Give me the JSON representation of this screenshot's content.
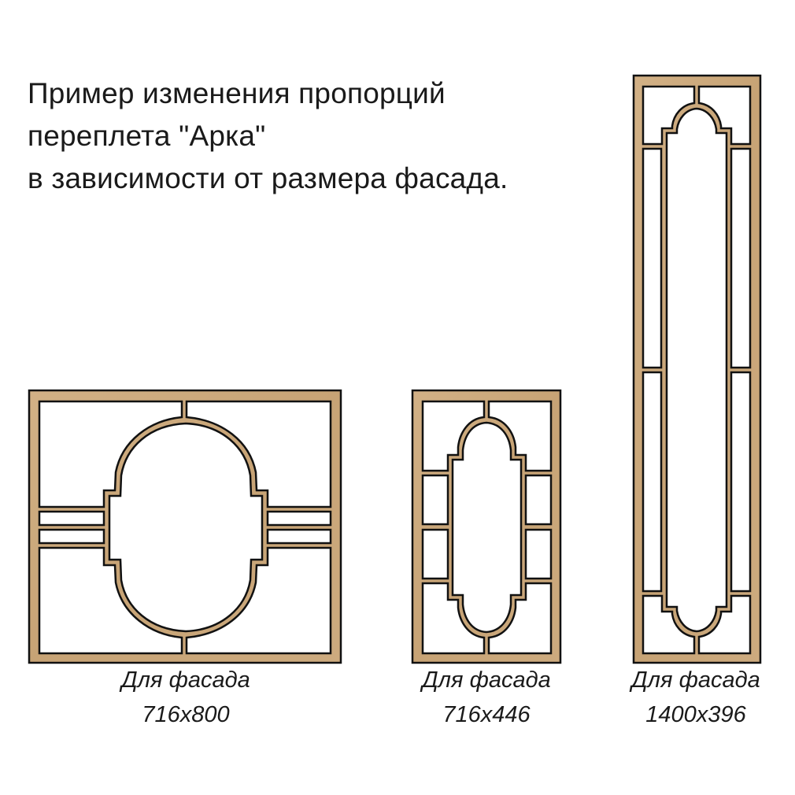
{
  "title": {
    "lines": [
      "Пример изменения пропорций",
      "переплета \"Арка\"",
      "в зависимости от размера фасада."
    ]
  },
  "colors": {
    "wood": "#c9a679",
    "wood_light": "#d6b88f",
    "outline": "#111111",
    "background": "#ffffff",
    "text": "#1a1a1a"
  },
  "examples": [
    {
      "label": "Для фасада",
      "size": "716x800",
      "layout": "wide",
      "side_bars": 2
    },
    {
      "label": "Для фасада",
      "size": "716x446",
      "layout": "medium",
      "side_bars": 3
    },
    {
      "label": "Для фасада",
      "size": "1400x396",
      "layout": "tall",
      "side_bars": 3
    }
  ]
}
